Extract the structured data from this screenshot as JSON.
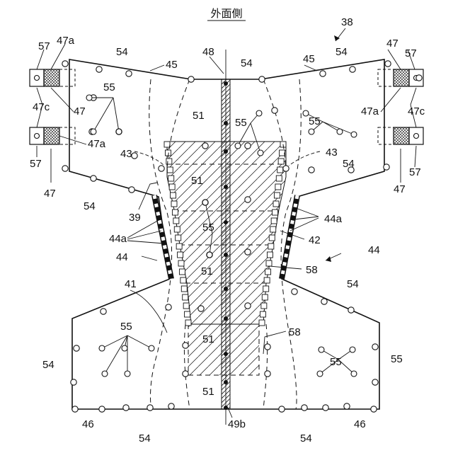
{
  "title": "外面側",
  "labels": {
    "diaper": "38",
    "centerline": "48",
    "outer_sheet_line": "49b",
    "absorber": "41",
    "absorbent_core": "42",
    "side_region": "43",
    "leg_region": "44",
    "leg_elastic": "44a",
    "waist_flap": "45",
    "rear_flap": "46",
    "tape": "47",
    "tape_a": "47a",
    "tape_c": "47c",
    "crotch_edge": "39",
    "adhesive": "51",
    "perforation": "54",
    "slit": "55",
    "sheet_57": "57",
    "sheet_58": "58"
  }
}
